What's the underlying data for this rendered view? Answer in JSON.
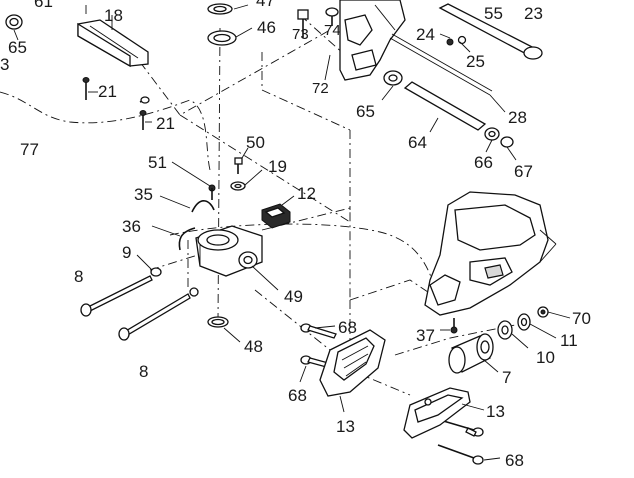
{
  "callouts": {
    "c61": "61",
    "c47": "47",
    "c55": "55",
    "c23": "23",
    "c18": "18",
    "c65a": "65",
    "c46": "46",
    "c73": "73",
    "c74": "74",
    "c24": "24",
    "c25": "25",
    "c3": "3",
    "c21a": "21",
    "c21b": "21",
    "c72": "72",
    "c65b": "65",
    "c28": "28",
    "c77": "77",
    "c50": "50",
    "c64": "64",
    "c66": "66",
    "c67": "67",
    "c51": "51",
    "c19": "19",
    "c35": "35",
    "c12": "12",
    "c36": "36",
    "c9": "9",
    "c8a": "8",
    "c49": "49",
    "c68a": "68",
    "c70": "70",
    "c37": "37",
    "c11": "11",
    "c48": "48",
    "c10": "10",
    "c8b": "8",
    "c7": "7",
    "c68b": "68",
    "c13a": "13",
    "c13b": "13",
    "c68c": "68"
  }
}
